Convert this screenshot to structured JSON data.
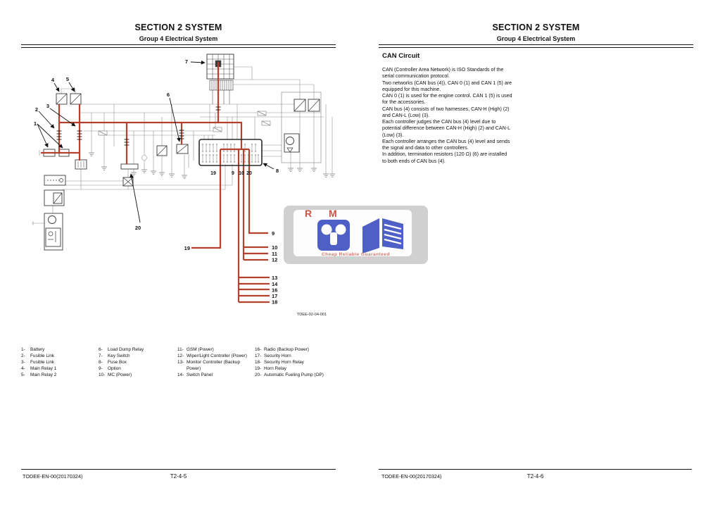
{
  "headers": {
    "section_title": "SECTION 2 SYSTEM",
    "group_subtitle": "Group 4 Electrical System"
  },
  "can": {
    "heading": "CAN Circuit",
    "lines": [
      "CAN (Controller Area Network) is ISO Standards of the",
      "serial communication protocol.",
      "Two networks (CAN bus (4)), CAN 0 (1) and CAN 1 (5) are",
      "equipped for this machine.",
      "CAN 0 (1) is used for the engine control. CAN 1 (5) is used",
      "for the accessories.",
      "CAN bus (4) consists of two harnesses, CAN-H (High) (2)",
      "and CAN-L (Low) (3).",
      "Each controller judges the CAN bus (4) level due to",
      "potential difference between CAN-H (High) (2) and CAN-L",
      "(Low) (3).",
      "Each controller arranges the CAN bus (4) level and sends",
      "the signal and data to other controllers.",
      "In addition, termination resistors (120 Ω) (6) are installed",
      "to both ends of CAN bus (4)."
    ]
  },
  "diagram": {
    "figure_id": "TDEE-02-04-001",
    "wire_color": "#b5402e",
    "callouts": {
      "1": "1",
      "2": "2",
      "3": "3",
      "4": "4",
      "5": "5",
      "6": "6",
      "7": "7",
      "8": "8",
      "9": "9",
      "10": "10",
      "11": "11",
      "12": "12",
      "13": "13",
      "14": "14",
      "16": "16",
      "17": "17",
      "18": "18",
      "19": "19",
      "20": "20"
    }
  },
  "legend": {
    "columns": [
      {
        "items": [
          {
            "num": "1-",
            "label": "Battery"
          },
          {
            "num": "2-",
            "label": "Fusible Link"
          },
          {
            "num": "3-",
            "label": "Fusible Link"
          },
          {
            "num": "4-",
            "label": "Main Relay 1"
          },
          {
            "num": "5-",
            "label": "Main Relay 2"
          }
        ]
      },
      {
        "items": [
          {
            "num": "6-",
            "label": "Load Dump Relay"
          },
          {
            "num": "7-",
            "label": "Key Switch"
          },
          {
            "num": "8-",
            "label": "Fuse Box"
          },
          {
            "num": "9-",
            "label": "Option"
          },
          {
            "num": "10-",
            "label": "MC (Power)"
          }
        ]
      },
      {
        "items": [
          {
            "num": "11-",
            "label": "GSM (Power)"
          },
          {
            "num": "12-",
            "label": "Wiper/Light Controller (Power)"
          },
          {
            "num": "13-",
            "label": "Monitor Controller (Backup\nPower)"
          },
          {
            "num": "14-",
            "label": "Switch Panel"
          }
        ]
      },
      {
        "items": [
          {
            "num": "16-",
            "label": "Radio (Backup Power)"
          },
          {
            "num": "17-",
            "label": "Security Horn"
          },
          {
            "num": "18-",
            "label": "Security Horn Relay"
          },
          {
            "num": "19-",
            "label": "Horn Relay"
          },
          {
            "num": "20-",
            "label": "Automatic Fueling Pump (OP)"
          }
        ]
      }
    ]
  },
  "watermark": {
    "monogram": "R M",
    "tagline": "Cheap Reliable Guaranteed"
  },
  "footers": {
    "doc_code": "TODEE-EN-00(20170324)",
    "page_number_left": "T2-4-5",
    "page_number_right": "T2-4-6"
  }
}
